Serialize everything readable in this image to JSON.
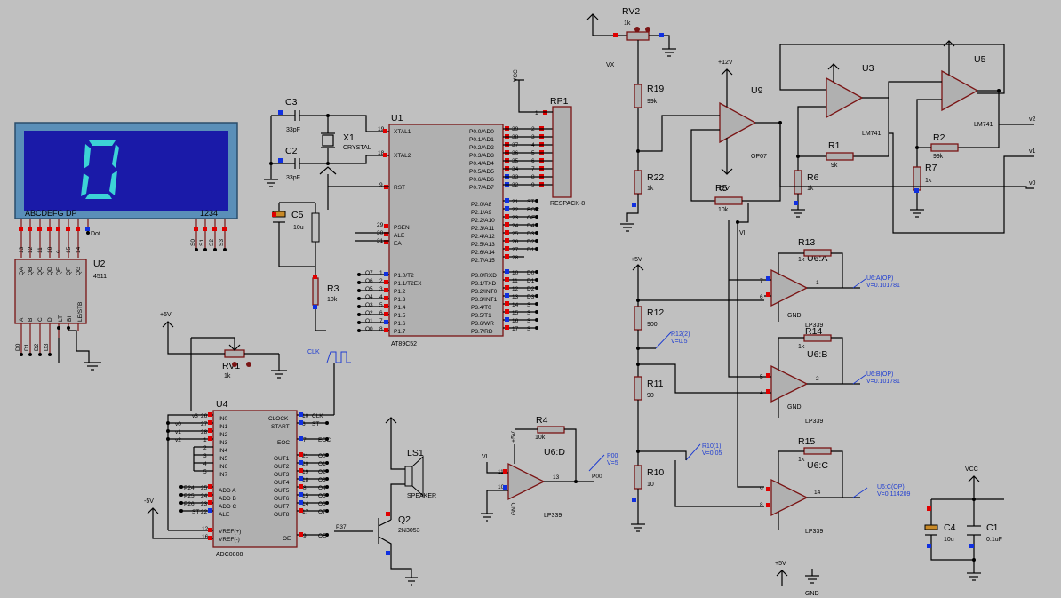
{
  "lcd": {
    "digit": "0",
    "segment_labels": "ABCDEFG  DP",
    "digit_labels": "1234",
    "dot_label": "Dot",
    "bg": "#1a1aa8",
    "frame": "#5a8fb8",
    "seg": "#3cd3d6"
  },
  "components": {
    "u1": {
      "ref": "U1",
      "part": "AT89C52",
      "xtal1": "XTAL1",
      "xtal2": "XTAL2",
      "rst": "RST",
      "psen": "PSEN",
      "ale": "ALE",
      "ea": "EA",
      "p0": [
        "P0.0/AD0",
        "P0.1/AD1",
        "P0.2/AD2",
        "P0.3/AD3",
        "P0.4/AD4",
        "P0.5/AD5",
        "P0.6/AD6",
        "P0.7/AD7"
      ],
      "p0_pins": [
        "39",
        "38",
        "37",
        "36",
        "35",
        "34",
        "33",
        "32"
      ],
      "p2": [
        "P2.0/A8",
        "P2.1/A9",
        "P2.2/A10",
        "P2.3/A11",
        "P2.4/A12",
        "P2.5/A13",
        "P2.6/A14",
        "P2.7/A15"
      ],
      "p2_pins": [
        "21",
        "22",
        "23",
        "24",
        "25",
        "26",
        "27",
        "28"
      ],
      "p2_nets": [
        "ST",
        "EOC",
        "OE",
        "D4",
        "D3",
        "D2",
        "D1",
        ""
      ],
      "p3": [
        "P3.0/RXD",
        "P3.1/TXD",
        "P3.2/INT0",
        "P3.3/INT1",
        "P3.4/T0",
        "P3.5/T1",
        "P3.6/WR",
        "P3.7/RD"
      ],
      "p3_pins": [
        "10",
        "11",
        "12",
        "13",
        "14",
        "15",
        "16",
        "17"
      ],
      "p3_nets": [
        "D0",
        "D1",
        "D2",
        "D3",
        "S",
        "S",
        "S",
        "S"
      ],
      "p1": [
        "P1.0/T2",
        "P1.1/T2EX",
        "P1.2",
        "P1.3",
        "P1.4",
        "P1.5",
        "P1.6",
        "P1.7"
      ],
      "p1_pins": [
        "1",
        "2",
        "3",
        "4",
        "5",
        "6",
        "7",
        "8"
      ],
      "p1_nets": [
        "O7",
        "O6",
        "O5",
        "O4",
        "O3",
        "O2",
        "O1",
        "O0"
      ],
      "xtal1_pin": "19",
      "xtal2_pin": "18",
      "rst_pin": "9",
      "psen_pin": "29",
      "ale_pin": "30",
      "ea_pin": "31"
    },
    "rp1": {
      "ref": "RP1",
      "part": "RESPACK-8",
      "pins": [
        "1",
        "2",
        "3",
        "4",
        "5",
        "6",
        "7",
        "8",
        "9"
      ],
      "net": "VCC"
    },
    "c3": {
      "ref": "C3",
      "value": "33pF"
    },
    "c2": {
      "ref": "C2",
      "value": "33pF"
    },
    "x1": {
      "ref": "X1",
      "value": "CRYSTAL"
    },
    "c5": {
      "ref": "C5",
      "value": "10u"
    },
    "r3": {
      "ref": "R3",
      "value": "10k"
    },
    "u2": {
      "ref": "U2",
      "part": "4511",
      "in_pins": [
        "13",
        "12",
        "11",
        "10",
        "9",
        "15",
        "14"
      ],
      "in_names": [
        "QA",
        "QB",
        "QC",
        "QD",
        "QE",
        "QF",
        "QG"
      ],
      "out_pins": [
        "7",
        "1",
        "2",
        "6",
        "3",
        "4",
        "5"
      ],
      "out_names": [
        "A",
        "B",
        "C",
        "D",
        "LT",
        "BI",
        "LE/STB"
      ],
      "bot_nets": [
        "D0",
        "D1",
        "D2",
        "D3"
      ]
    },
    "lcd_bot_nets": [
      "S0",
      "S1",
      "S2",
      "S3"
    ],
    "rv1": {
      "ref": "RV1",
      "value": "1k",
      "supply": "+5V"
    },
    "u4": {
      "ref": "U4",
      "part": "ADC0808",
      "left": [
        "IN0",
        "IN1",
        "IN2",
        "IN3",
        "IN4",
        "IN5",
        "IN6",
        "IN7"
      ],
      "left_pins": [
        "26",
        "27",
        "28",
        "1",
        "2",
        "3",
        "4",
        "5"
      ],
      "left_nets": [
        "v3",
        "v0",
        "v1",
        "v2",
        "",
        "",
        "",
        ""
      ],
      "addr": [
        "ADD A",
        "ADD B",
        "ADD C",
        "ALE"
      ],
      "addr_pins": [
        "25",
        "24",
        "23",
        "22"
      ],
      "addr_nets": [
        "P24",
        "P25",
        "P26",
        "ST"
      ],
      "vref": [
        "VREF(+)",
        "VREF(-)"
      ],
      "vref_pins": [
        "12",
        "16"
      ],
      "neg5": "-5V",
      "right": [
        "CLOCK",
        "START",
        "EOC",
        "OUT1",
        "OUT2",
        "OUT3",
        "OUT4",
        "OUT5",
        "OUT6",
        "OUT7",
        "OUT8",
        "OE"
      ],
      "right_pins": [
        "10",
        "6",
        "7",
        "21",
        "20",
        "19",
        "18",
        "8",
        "15",
        "14",
        "17",
        "9"
      ],
      "right_nets": [
        "CLK",
        "ST",
        "EOC",
        "O0",
        "O1",
        "O2",
        "O3",
        "O4",
        "O5",
        "O6",
        "O7",
        "OE"
      ]
    },
    "clk": {
      "label": "CLK"
    },
    "ls1": {
      "ref": "LS1",
      "part": "SPEAKER"
    },
    "q2": {
      "ref": "Q2",
      "part": "2N3053",
      "net": "P37"
    },
    "r4": {
      "ref": "R4",
      "value": "10k"
    },
    "u6d": {
      "ref": "U6:D",
      "part": "LP339",
      "in_pins": [
        "11",
        "10"
      ],
      "out_pin": "13",
      "vi": "VI",
      "p00": "P00",
      "probe": "P00",
      "probe_v": "V=5",
      "v5": "+5V",
      "gnd": "GND"
    },
    "rv2": {
      "ref": "RV2",
      "value": "1k",
      "net": "VX"
    },
    "r19": {
      "ref": "R19",
      "value": "99k"
    },
    "r22": {
      "ref": "R22",
      "value": "1k"
    },
    "r5": {
      "ref": "R5",
      "value": "10k"
    },
    "u9": {
      "ref": "U9",
      "part": "OP07",
      "vp": "+12V",
      "vn": "-12V"
    },
    "u3": {
      "ref": "U3",
      "part": "LM741"
    },
    "r1": {
      "ref": "R1",
      "value": "9k"
    },
    "r6": {
      "ref": "R6",
      "value": "1k"
    },
    "u5": {
      "ref": "U5",
      "part": "LM741"
    },
    "r2": {
      "ref": "R2",
      "value": "99k"
    },
    "r7": {
      "ref": "R7",
      "value": "1k"
    },
    "out_nets": [
      "v2",
      "v1",
      "v0"
    ],
    "vi": "VI",
    "v5": "+5V",
    "r12": {
      "ref": "R12",
      "value": "900",
      "probe": "R12(2)",
      "probe_v": "V=0.5"
    },
    "r11": {
      "ref": "R11",
      "value": "90"
    },
    "r10": {
      "ref": "R10",
      "value": "10",
      "probe": "R10(1)",
      "probe_v": "V=0.05"
    },
    "r13": {
      "ref": "R13",
      "value": "1k"
    },
    "r14": {
      "ref": "R14",
      "value": "1k"
    },
    "r15": {
      "ref": "R15",
      "value": "1k"
    },
    "u6a": {
      "ref": "U6:A",
      "part": "LP339",
      "probe": "U6:A(OP)",
      "probe_v": "V=0.101781",
      "pins": [
        "7",
        "6",
        "1"
      ]
    },
    "u6b": {
      "ref": "U6:B",
      "part": "LP339",
      "probe": "U6:B(OP)",
      "probe_v": "V=0.101781",
      "pins": [
        "5",
        "4",
        "2"
      ]
    },
    "u6c": {
      "ref": "U6:C",
      "part": "LP339",
      "probe": "U6:C(OP)",
      "probe_v": "V=0.114209",
      "pins": [
        "9",
        "8",
        "14"
      ]
    },
    "c4": {
      "ref": "C4",
      "value": "10u"
    },
    "c1": {
      "ref": "C1",
      "value": "0.1uF"
    },
    "vcc": "VCC",
    "gnd": "GND"
  }
}
